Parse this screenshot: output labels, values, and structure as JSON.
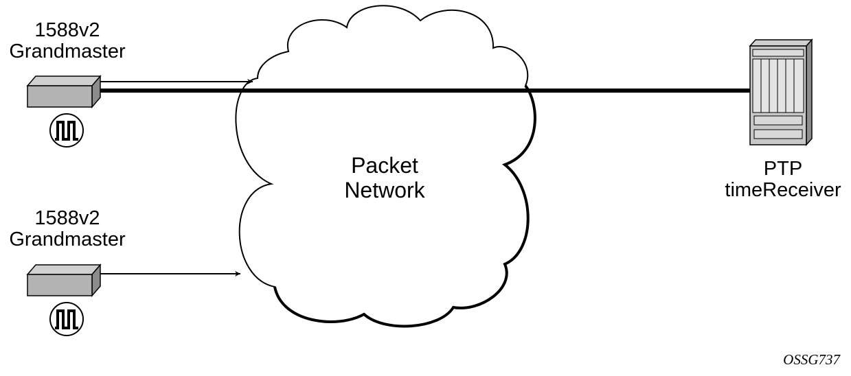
{
  "grandmaster_top": {
    "line1": "1588v2",
    "line2": "Grandmaster"
  },
  "grandmaster_bottom": {
    "line1": "1588v2",
    "line2": "Grandmaster"
  },
  "cloud": {
    "line1": "Packet",
    "line2": "Network"
  },
  "receiver": {
    "line1": "PTP",
    "line2": "timeReceiver"
  },
  "figure_id": "OSSG737",
  "colors": {
    "device_fill": "#b3b3b3",
    "device_top": "#d0d0d0",
    "device_side": "#8c8c8c",
    "chassis_fill": "#c8c8c8",
    "line": "#000000"
  },
  "icons": [
    "clock-pulse-icon",
    "grandmaster-device-icon",
    "router-chassis-icon",
    "arrow-icon"
  ]
}
